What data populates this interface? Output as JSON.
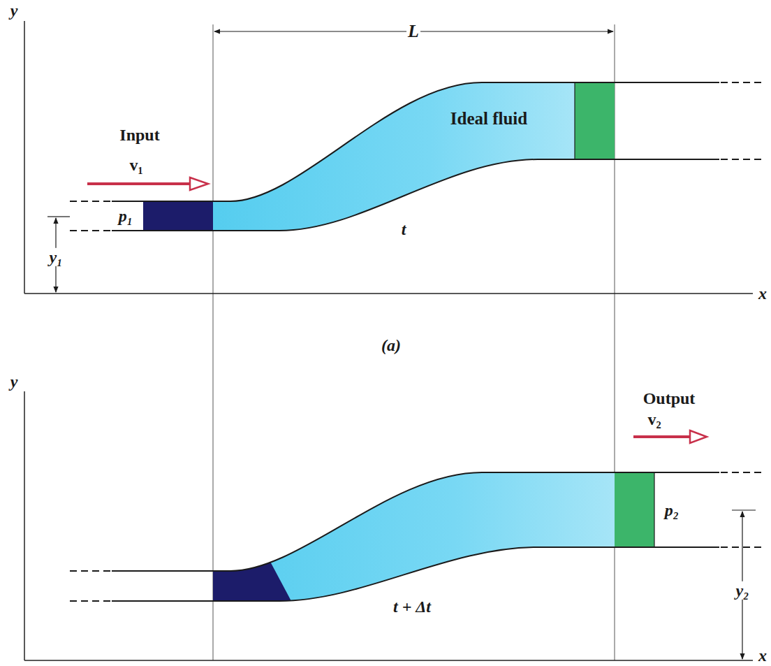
{
  "diagram": {
    "labels": [
      "y",
      "L",
      "Ideal fluid",
      "Input",
      "v₁",
      "p₁",
      "y₁",
      "t",
      "x",
      "(a)",
      "y",
      "Output",
      "v₂",
      "p₂",
      "y₂",
      "t + Δt",
      "x"
    ]
  }
}
